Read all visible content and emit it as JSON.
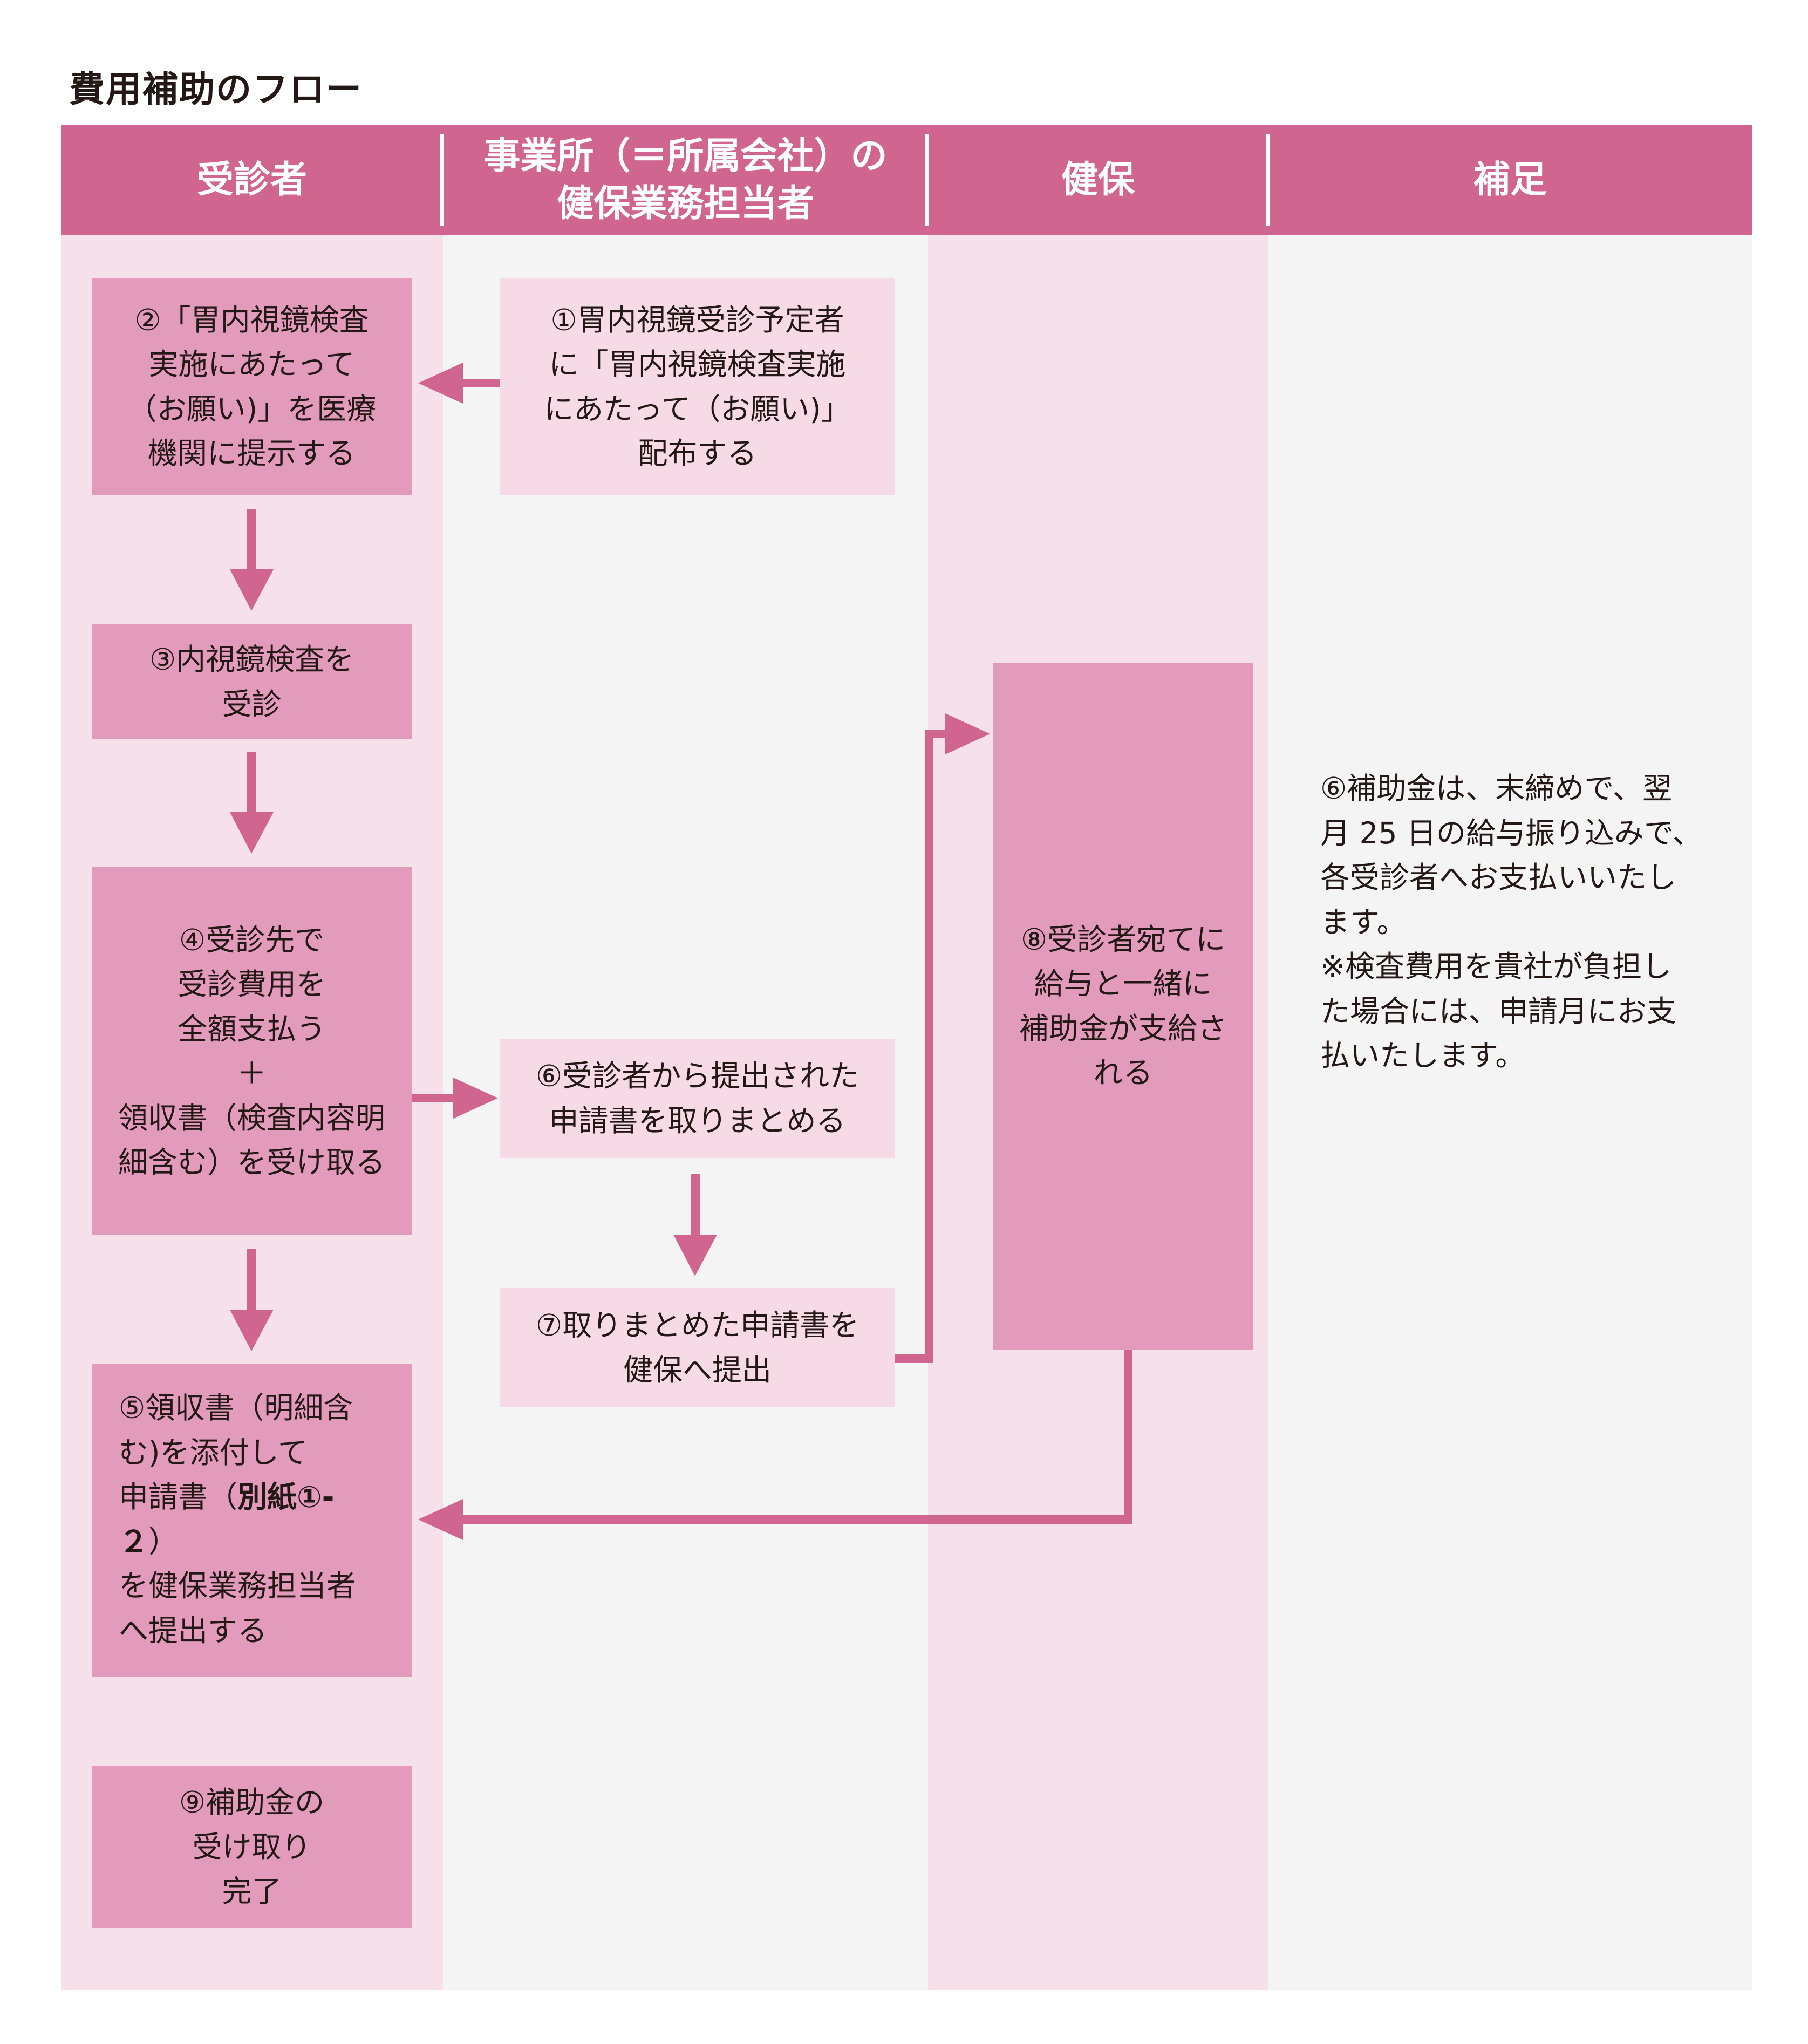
{
  "title": "費用補助のフロー",
  "lanes": [
    {
      "label": "受診者"
    },
    {
      "label": "事業所（＝所属会社）の\n健保業務担当者"
    },
    {
      "label": "健保"
    },
    {
      "label": "補足"
    }
  ],
  "steps": {
    "s1": "①胃内視鏡受診予定者\nに「胃内視鏡検査実施\nにあたって（お願い)」\n配布する",
    "s2": "②「胃内視鏡検査\n実施にあたって\n（お願い)」を医療\n機関に提示する",
    "s3": "③内視鏡検査を\n受診",
    "s4": "④受診先で\n受診費用を\n全額支払う\n＋\n領収書（検査内容明\n細含む）を受け取る",
    "s5": {
      "before": "⑤領収書（明細含\nむ)を添付して\n申請書（",
      "bold": "別紙①-２",
      "after": "）\nを健保業務担当者\nへ提出する"
    },
    "s6": "⑥受診者から提出された\n申請書を取りまとめる",
    "s7": "⑦取りまとめた申請書を\n健保へ提出",
    "s8": "⑧受診者宛てに\n給与と一緒に\n補助金が支給さ\nれる",
    "s9": "⑨補助金の\n受け取り\n完了"
  },
  "note": {
    "line1": "⑥補助金は、末締めで、翌",
    "line2": "月 25 日の給与振り込みで、",
    "line3": "各受診者へお支払いいたし",
    "line4": "ます。",
    "line5": "※検査費用を貴社が負担し",
    "line6": "た場合には、申請月にお支",
    "line7": "払いたします。"
  },
  "colors": {
    "header": "#d06690",
    "arrow": "#d06690",
    "box_dark": "#e39bbc",
    "box_light": "#f6dbe6",
    "lane_pink": "#f6e0ea",
    "lane_gray": "#f4f4f5"
  }
}
